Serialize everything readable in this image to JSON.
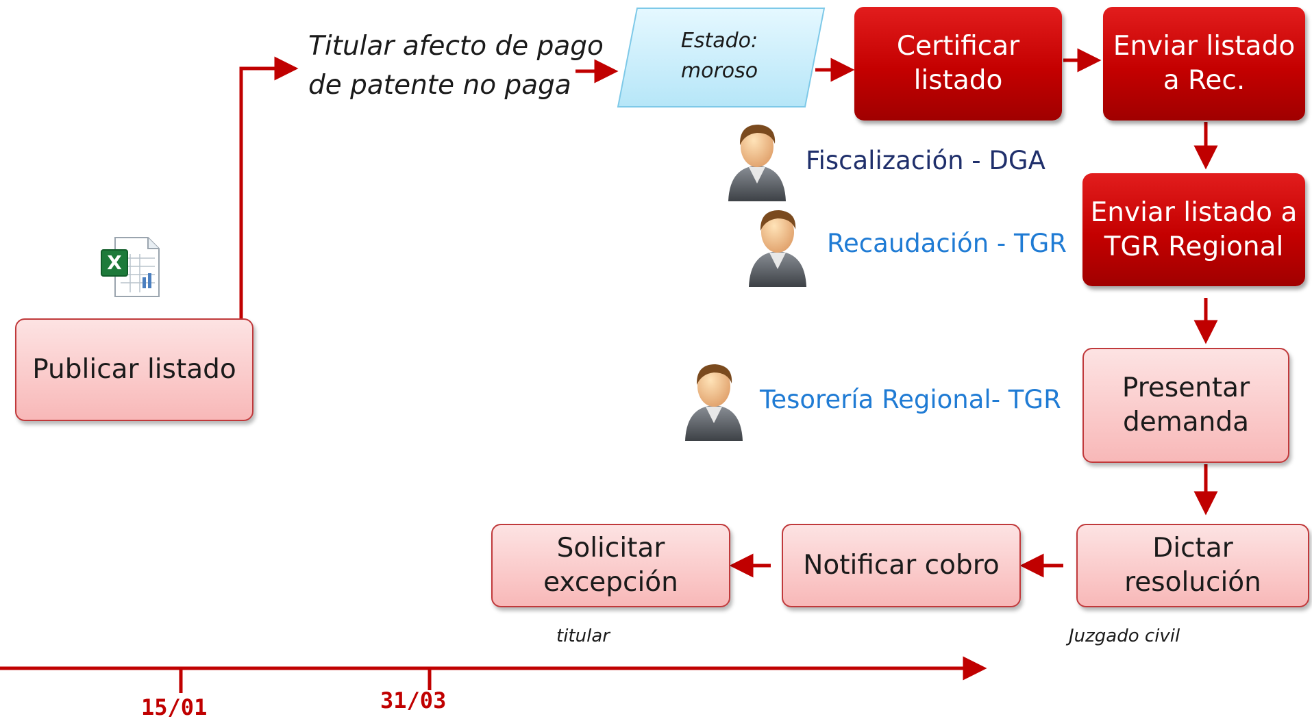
{
  "condition_label": "Titular afecto de pago\nde patente no paga",
  "state_label": "Estado:\nmoroso",
  "steps": {
    "publicar": "Publicar listado",
    "certificar": "Certificar\nlistado",
    "enviar_rec": "Enviar listado\na  Rec.",
    "enviar_tgr": "Enviar listado a\nTGR Regional",
    "demanda": "Presentar\ndemanda",
    "dictar": "Dictar\nresolución",
    "notificar": "Notificar cobro",
    "solicitar": "Solicitar\nexcepción"
  },
  "roles": {
    "fiscalizacion": "Fiscalización - DGA",
    "recaudacion": "Recaudación - TGR",
    "tesoreria": "Tesorería Regional- TGR"
  },
  "actors": {
    "titular": "titular",
    "juzgado": "Juzgado civil"
  },
  "timeline": {
    "dates": [
      "15/01",
      "31/03"
    ]
  },
  "colors": {
    "arrow": "#c00000",
    "dark_box": "#c40000",
    "light_box": "#f8b8b8",
    "state_fill": "#cdeffc",
    "role_dark": "#1f2f6b",
    "role_blue": "#1f7bd4",
    "date": "#c00000"
  },
  "icons": [
    "person-icon",
    "excel-icon"
  ]
}
